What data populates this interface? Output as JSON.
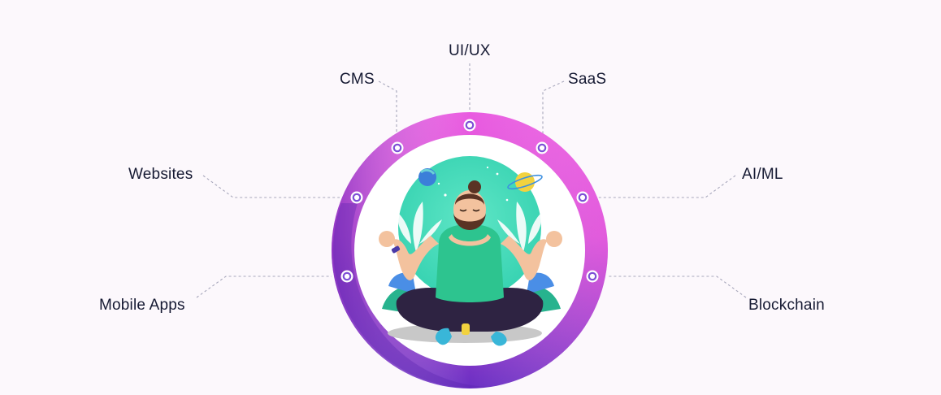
{
  "services": {
    "uiux": "UI/UX",
    "cms": "CMS",
    "saas": "SaaS",
    "websites": "Websites",
    "aiml": "AI/ML",
    "mobile_apps": "Mobile Apps",
    "blockchain": "Blockchain"
  },
  "colors": {
    "background": "#fcf8fc",
    "ring_top": "#e256df",
    "ring_bottom": "#6c2fc4",
    "connector": "#a7a7bb",
    "node_ring": "#7d4fd6",
    "label_text": "#161a33"
  },
  "center_icon": "meditating-man-illustration"
}
